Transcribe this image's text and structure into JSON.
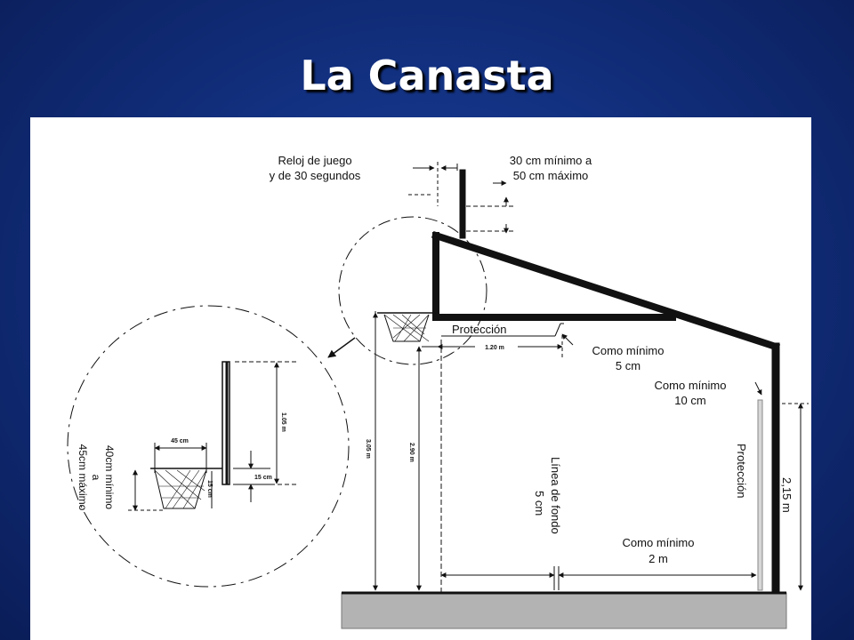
{
  "slide": {
    "title": "La Canasta"
  },
  "diagram": {
    "labels": {
      "clock": [
        "Reloj de juego",
        "y de 30 segundos"
      ],
      "offset": [
        "30 cm mínimo a",
        "50 cm máximo"
      ],
      "protection_top": "Protección",
      "length_1_20": "1.20 m",
      "min_5cm": [
        "Como mínimo",
        "5 cm"
      ],
      "min_10cm": [
        "Como mínimo",
        "10 cm"
      ],
      "protection_side": "Protección",
      "height_2_15": "2,15 m",
      "height_3_05": "3.05 m",
      "height_2_90": "2.90 m",
      "baseline": [
        "Línea de fondo",
        "5 cm"
      ],
      "min_2m": [
        "Como mínimo",
        "2 m"
      ],
      "detail_1_05": "1.05 m",
      "detail_45cm": "45 cm",
      "detail_15cm_a": "15 cm",
      "detail_15cm_b": "15 cm",
      "net_height": [
        "40cm mínimo",
        "a",
        "45cm máximo"
      ]
    },
    "colors": {
      "structure": "#111111",
      "floor": "#b3b3b3",
      "background": "#ffffff"
    }
  }
}
